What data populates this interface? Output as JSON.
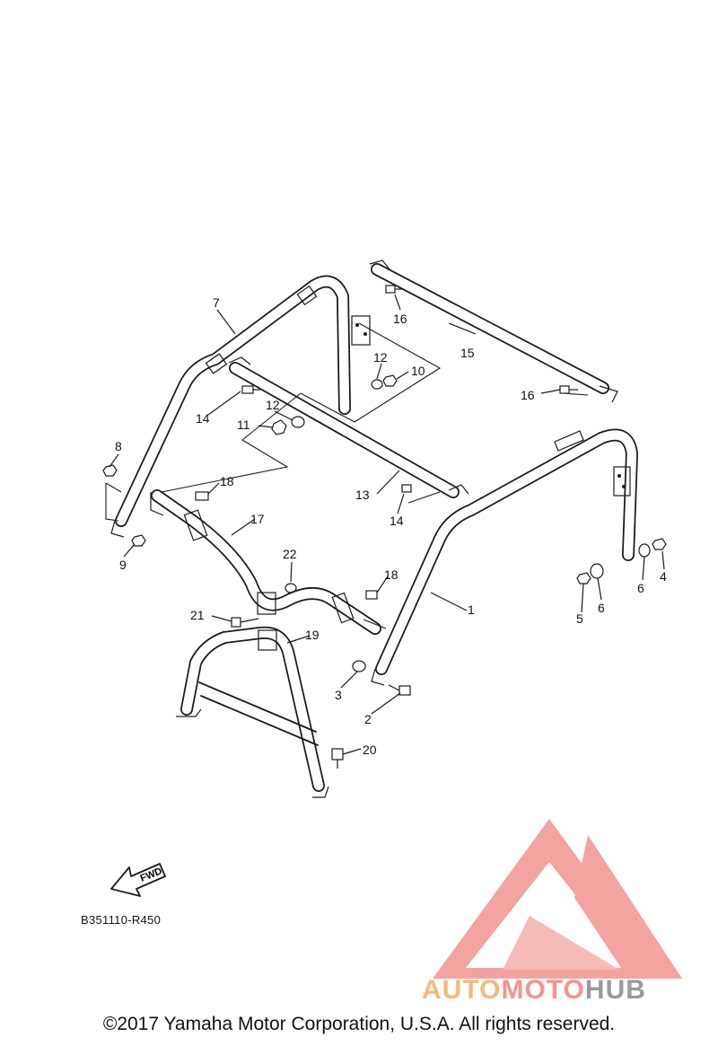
{
  "diagram": {
    "callouts": [
      {
        "id": "c1",
        "text": "1"
      },
      {
        "id": "c2",
        "text": "2"
      },
      {
        "id": "c3",
        "text": "3"
      },
      {
        "id": "c4",
        "text": "4"
      },
      {
        "id": "c5",
        "text": "5"
      },
      {
        "id": "c6a",
        "text": "6"
      },
      {
        "id": "c6b",
        "text": "6"
      },
      {
        "id": "c7",
        "text": "7"
      },
      {
        "id": "c8",
        "text": "8"
      },
      {
        "id": "c9",
        "text": "9"
      },
      {
        "id": "c10",
        "text": "10"
      },
      {
        "id": "c11",
        "text": "11"
      },
      {
        "id": "c12a",
        "text": "12"
      },
      {
        "id": "c12b",
        "text": "12"
      },
      {
        "id": "c13",
        "text": "13"
      },
      {
        "id": "c14a",
        "text": "14"
      },
      {
        "id": "c14b",
        "text": "14"
      },
      {
        "id": "c15",
        "text": "15"
      },
      {
        "id": "c16a",
        "text": "16"
      },
      {
        "id": "c16b",
        "text": "16"
      },
      {
        "id": "c17",
        "text": "17"
      },
      {
        "id": "c18a",
        "text": "18"
      },
      {
        "id": "c18b",
        "text": "18"
      },
      {
        "id": "c19",
        "text": "19"
      },
      {
        "id": "c20",
        "text": "20"
      },
      {
        "id": "c21",
        "text": "21"
      },
      {
        "id": "c22",
        "text": "22"
      }
    ],
    "fwd_label": "FWD",
    "diagram_code": "B351110-R450"
  },
  "footer": {
    "copyright": "©2017 Yamaha Motor Corporation, U.S.A. All rights reserved."
  },
  "watermark": {
    "part1": "AUTO",
    "part2": "MOTO",
    "part3": "HUB",
    "colors": {
      "auto": "#f5b87a",
      "moto": "#f4938f",
      "hub": "#9a9a9a",
      "logo": "#f08c8c"
    }
  }
}
